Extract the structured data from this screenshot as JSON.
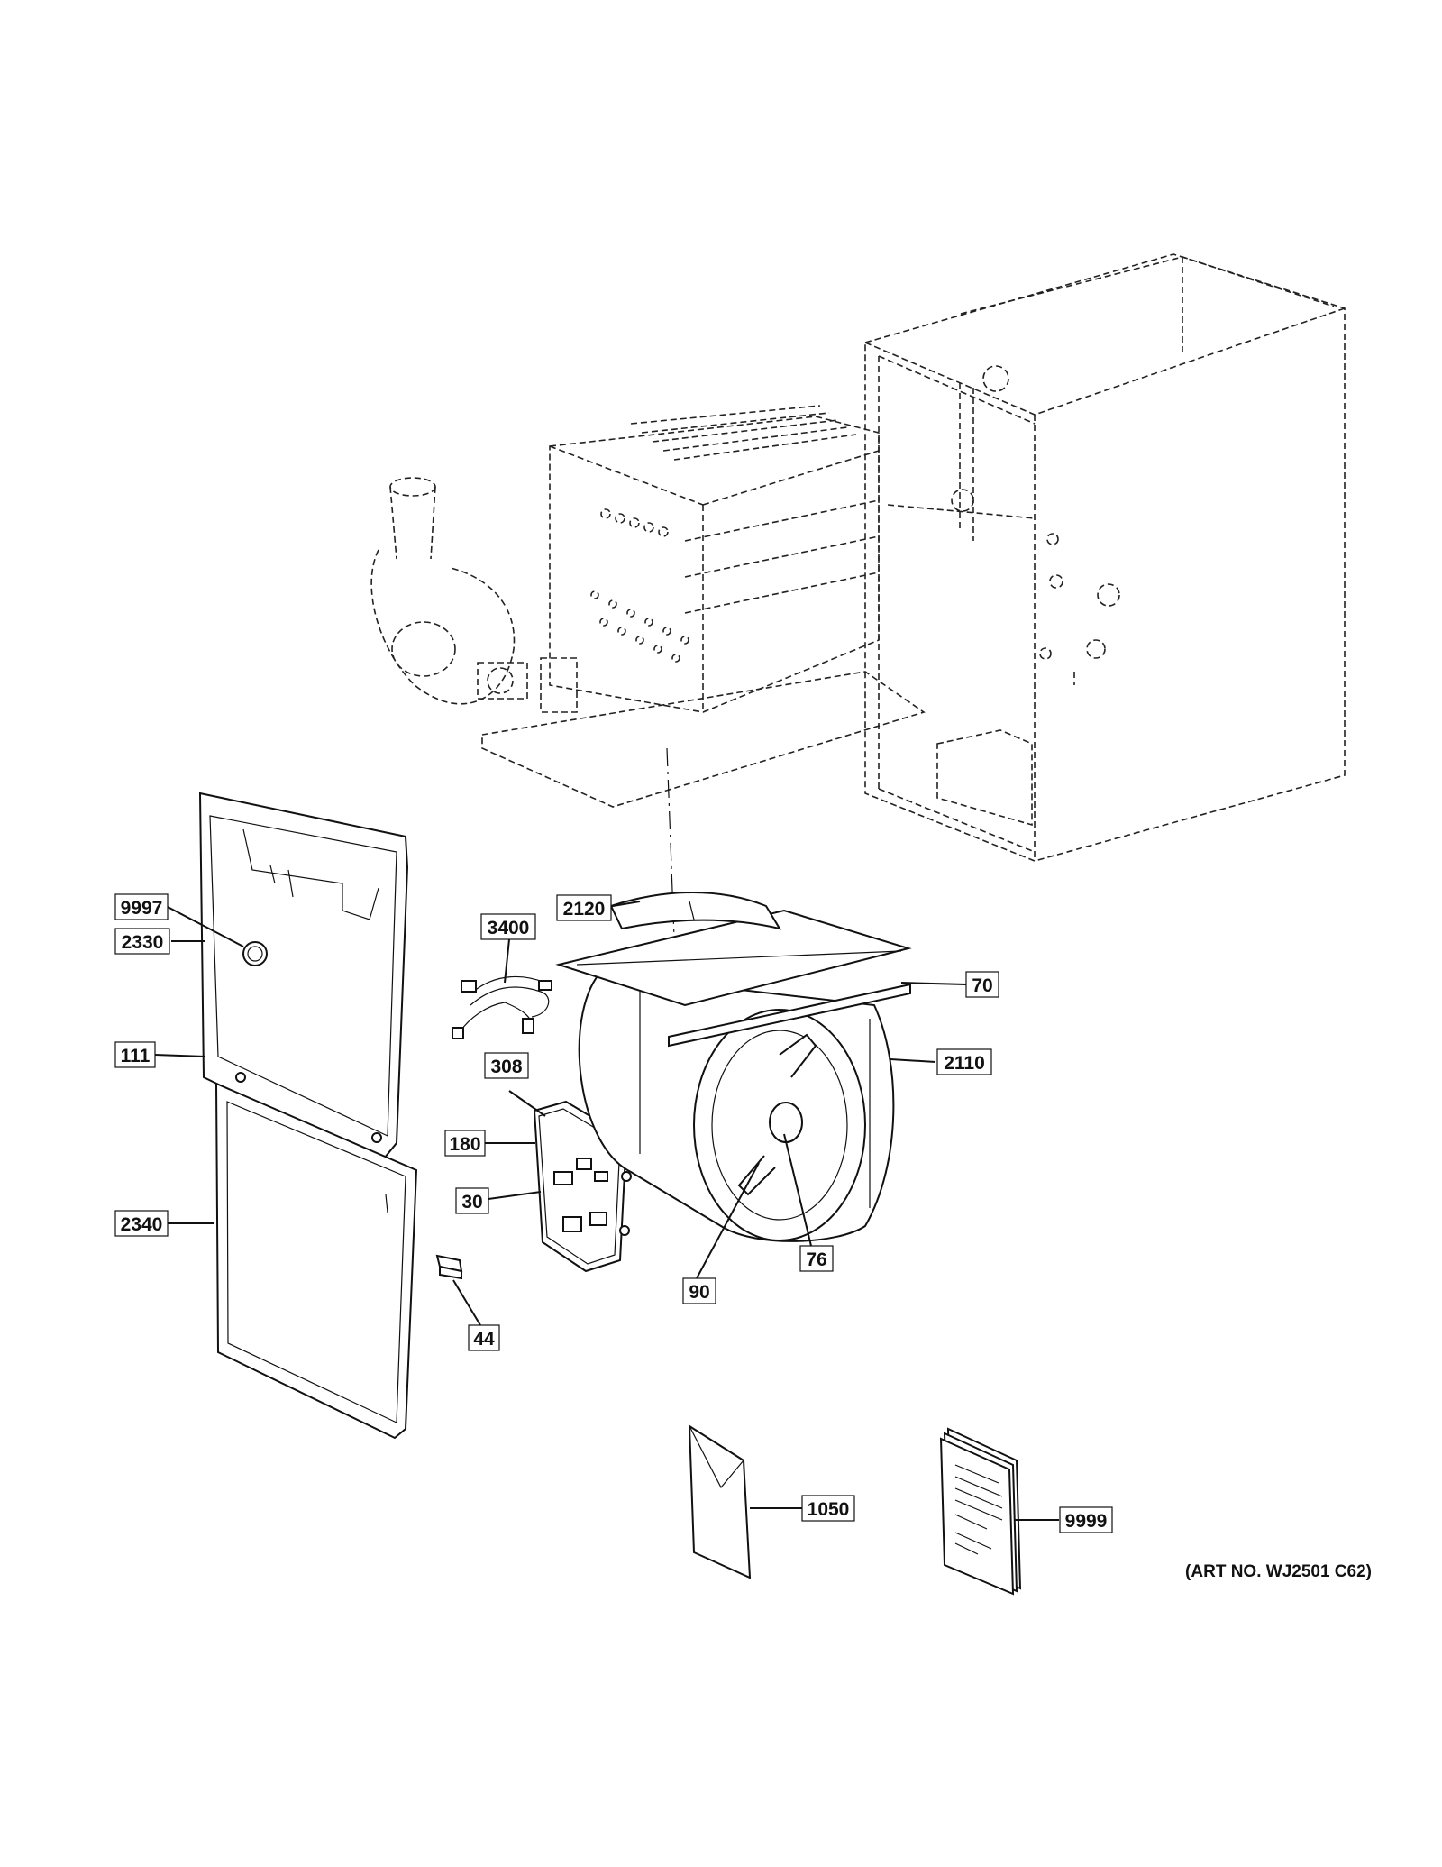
{
  "art_number": "(ART NO. WJ2501 C62)",
  "callouts": {
    "c9997": "9997",
    "c2330": "2330",
    "c111": "111",
    "c2340": "2340",
    "c3400": "3400",
    "c308": "308",
    "c180": "180",
    "c30": "30",
    "c44": "44",
    "c2120": "2120",
    "c70": "70",
    "c2110": "2110",
    "c90": "90",
    "c76": "76",
    "c1050": "1050",
    "c9999": "9999"
  }
}
